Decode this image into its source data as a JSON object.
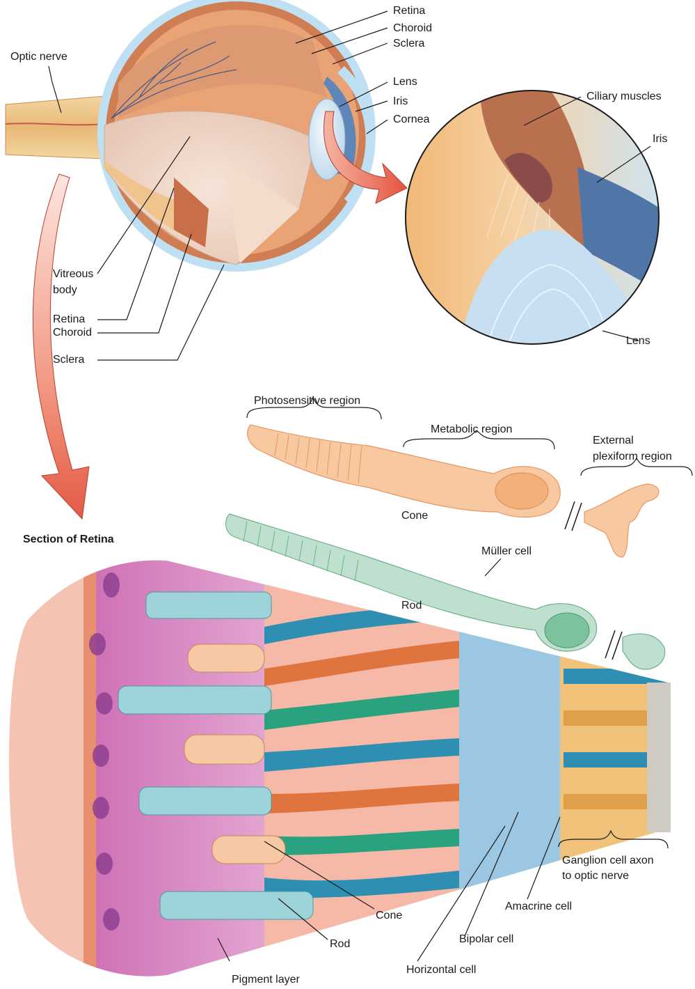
{
  "eye": {
    "optic_nerve": "Optic nerve",
    "retina_top": "Retina",
    "choroid_top": "Choroid",
    "sclera_top": "Sclera",
    "lens": "Lens",
    "iris": "Iris",
    "cornea": "Cornea",
    "vitreous_line1": "Vitreous",
    "vitreous_line2": "body",
    "retina_bottom": "Retina",
    "choroid_bottom": "Choroid",
    "sclera_bottom": "Sclera"
  },
  "inset": {
    "ciliary_muscles": "Ciliary muscles",
    "iris": "Iris",
    "lens": "Lens"
  },
  "cells": {
    "photosensitive_region": "Photosensitive region",
    "metabolic_region": "Metabolic region",
    "external_line1": "External",
    "external_line2": "plexiform region",
    "cone": "Cone",
    "rod": "Rod"
  },
  "retina_section": {
    "title": "Section of Retina",
    "muller_cell": "Müller cell",
    "ganglion_line1": "Ganglion cell axon",
    "ganglion_line2": "to optic nerve",
    "amacrine_cell": "Amacrine cell",
    "cone": "Cone",
    "bipolar_cell": "Bipolar cell",
    "rod": "Rod",
    "horizontal_cell": "Horizontal cell",
    "pigment_layer": "Pigment layer"
  }
}
